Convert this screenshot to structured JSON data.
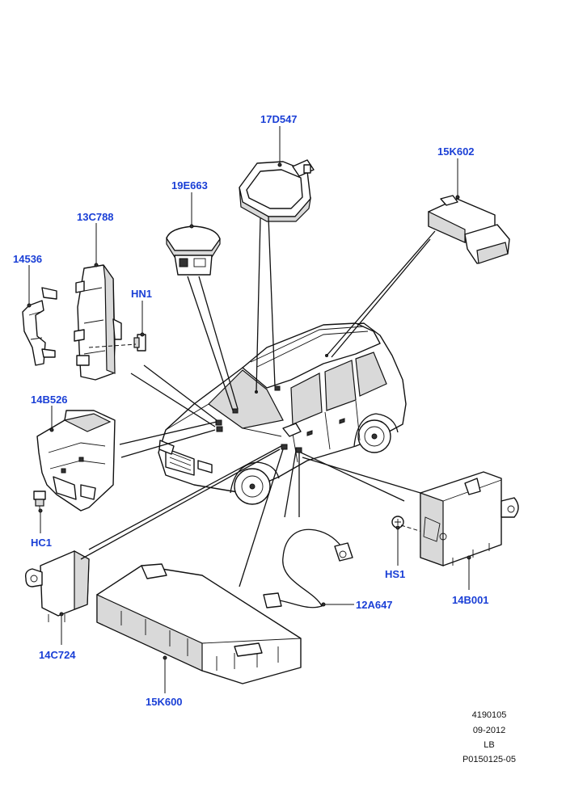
{
  "callouts": {
    "p17D547": "17D547",
    "p15K602": "15K602",
    "p19E663": "19E663",
    "p13C788": "13C788",
    "p14536": "14536",
    "pHN1": "HN1",
    "p14B526": "14B526",
    "pHC1": "HC1",
    "pHS1": "HS1",
    "p12A647": "12A647",
    "p14B001": "14B001",
    "p14C724": "14C724",
    "p15K600": "15K600"
  },
  "footer": {
    "line1": "4190105",
    "line2": "09-2012",
    "line3": "LB",
    "line4": "P0150125-05"
  },
  "colors": {
    "callout": "#1a3fd6",
    "line": "#111111",
    "background": "#ffffff"
  }
}
